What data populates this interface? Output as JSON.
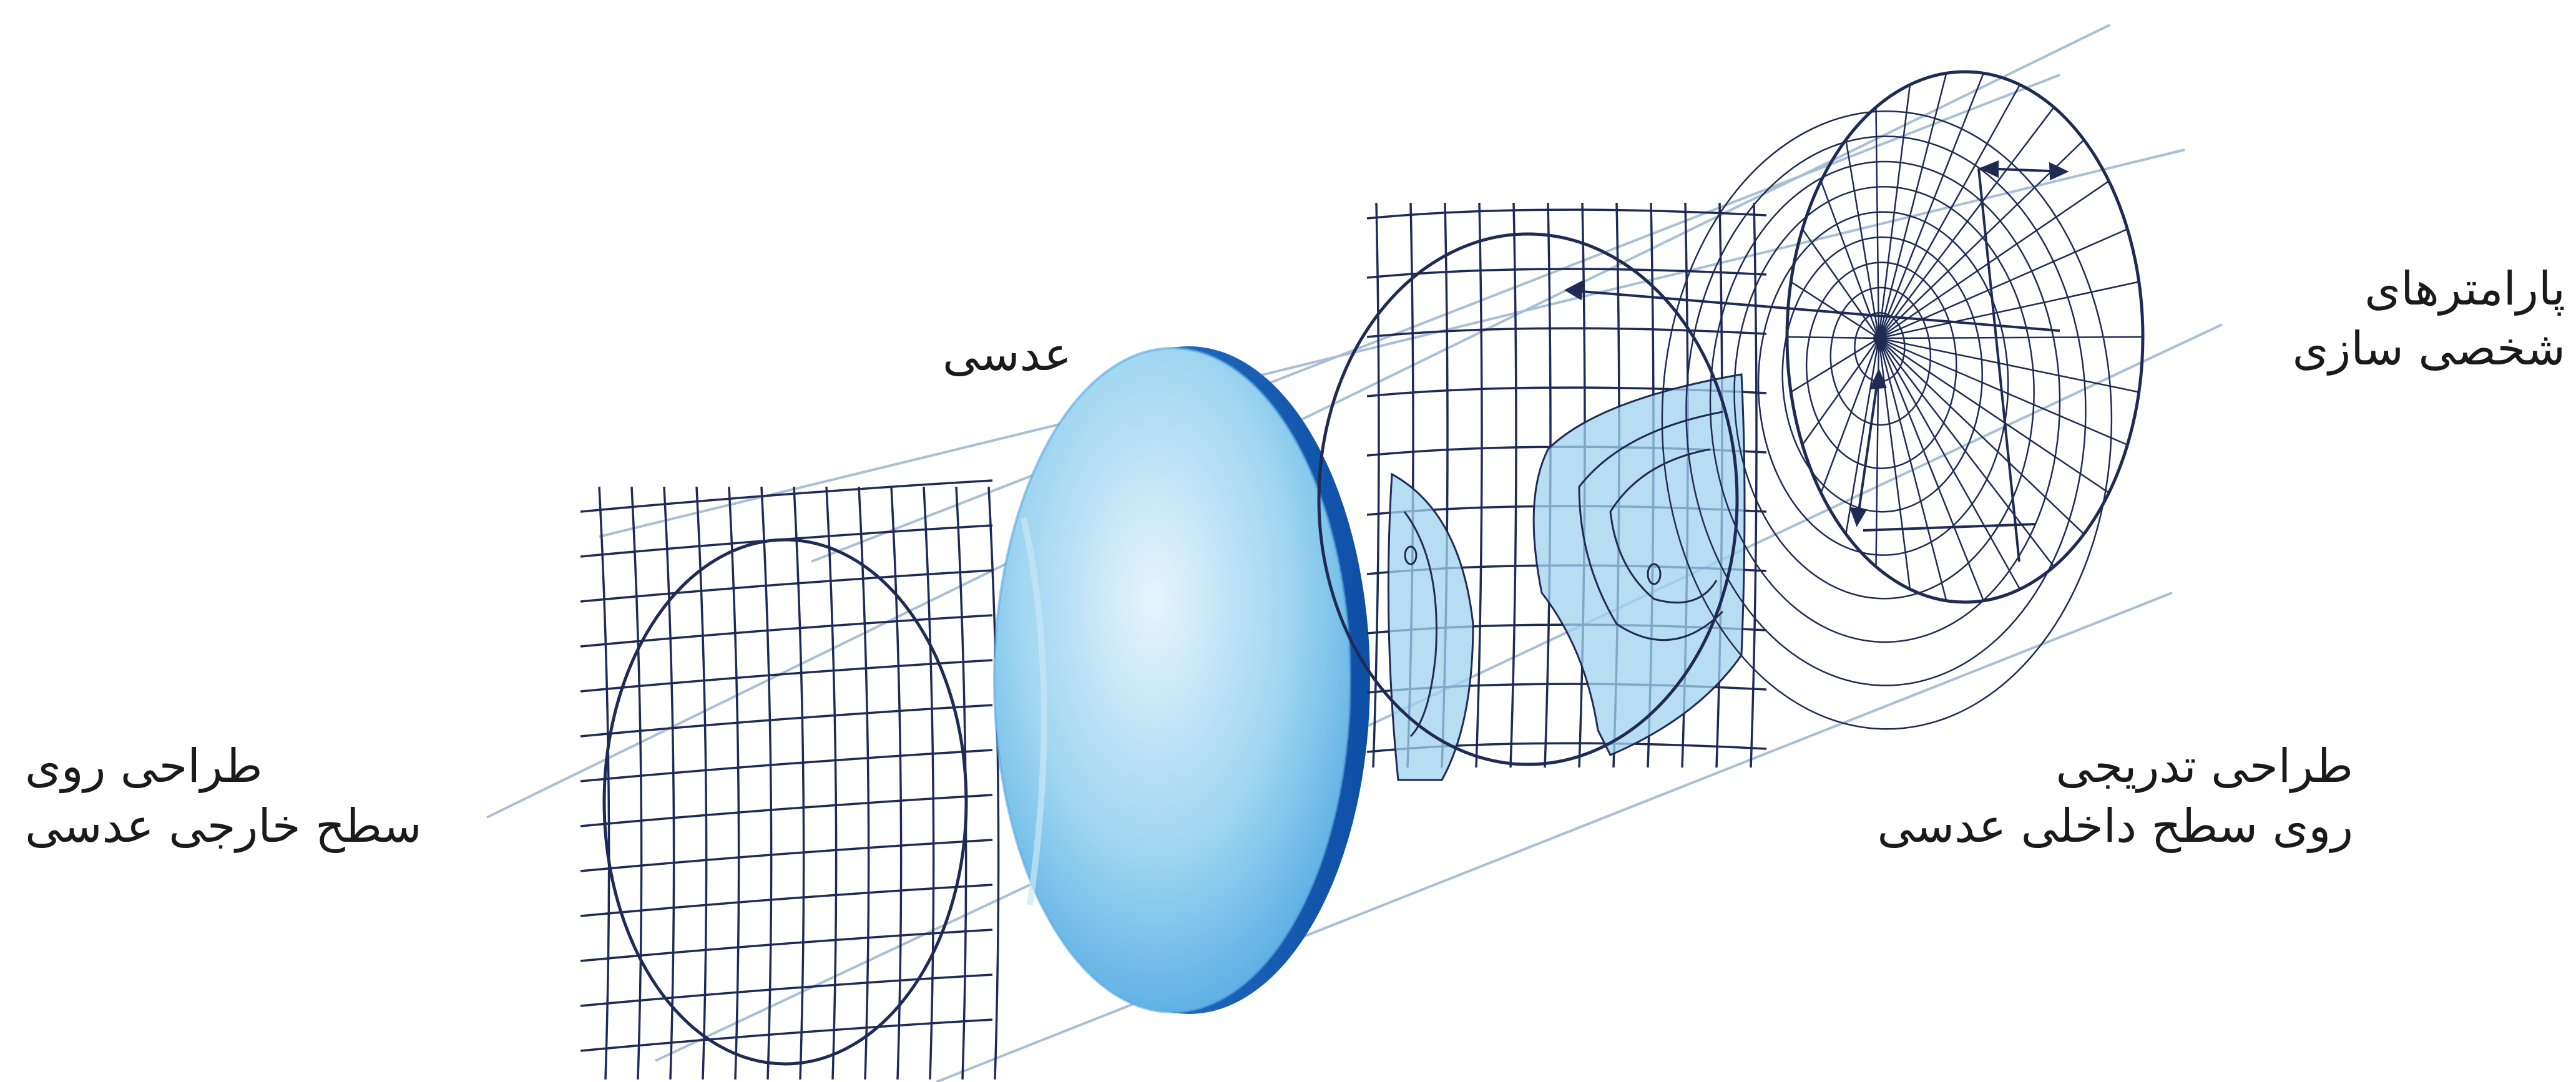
{
  "labels": {
    "lens": "عدسی",
    "personalization": {
      "line1": "پارامترهای",
      "line2": "شخصی سازی"
    },
    "outer_design": {
      "line1": "طراحی روی",
      "line2": "سطح خارجی عدسی"
    },
    "inner_design": {
      "line1": "طراحی تدریجی",
      "line2": "روی سطح داخلی عدسی"
    }
  },
  "colors": {
    "grid": "#1f2a55",
    "guide": "#a9bfd6",
    "lens_light": "#d6eef9",
    "lens_mid": "#7cc3ea",
    "lens_dark": "#1c6fc4",
    "zone_fill": "#9fd1ef",
    "text": "#1a1a1a"
  }
}
